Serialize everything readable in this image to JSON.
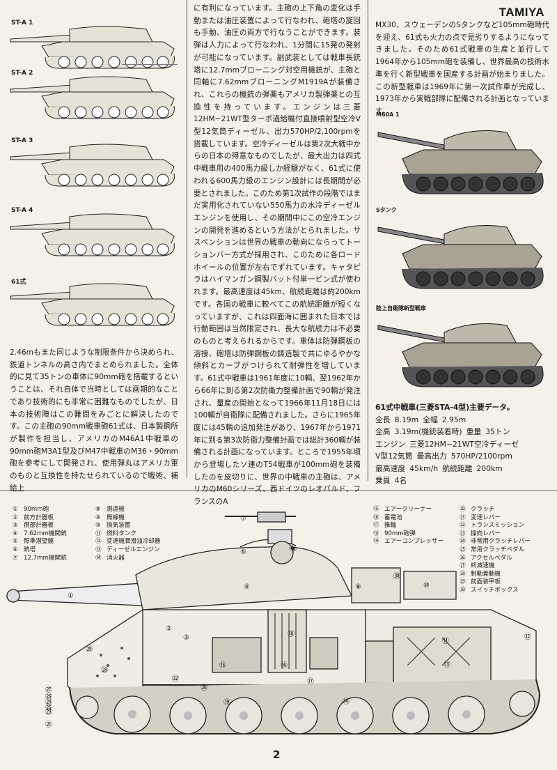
{
  "brand": "TAMIYA",
  "page_number": "2",
  "tanks_left": [
    {
      "label": "ST-A 1"
    },
    {
      "label": "ST-A 2"
    },
    {
      "label": "ST-A 3"
    },
    {
      "label": "ST-A 4"
    },
    {
      "label": "61式"
    }
  ],
  "tanks_right": [
    {
      "label": "M60A 1"
    },
    {
      "label": "Sタンク"
    },
    {
      "label": "陸上自衛隊新型戦車"
    }
  ],
  "column1_text": "2.46mもまた同じような制限条件から決められ、鉄道トンネルの高さ内でまとめられました。全体的に見て35トンの車体に90mm砲を搭載するということは、それ自体で当時としては画期的なことであり技術的にも非常に困難なものでしたが、日本の技術陣はこの難問をみごとに解決したのです。この主砲の90mm戦車砲61式は、日本製鋼所が製作を担当し、アメリカのM46A1中戦車の90mm砲M3A1型及びM47中戦車のM36・90mm砲を参考にして開発され、使用弾丸はアメリカ軍のものと互換性を持たせられているので戦術、補給上",
  "column2_text": "に有利になっています。主砲の上下角の変化は手動または油圧装置によって行なわれ、砲塔の旋回も手動、油圧の両方で行なうことができます。装弾は人力によって行なわれ、1分間に15発の発射が可能になっています。副武装としては戦車長銃塔に12.7mmブローニング対空用機銃が、主砲と同軸に7.62mmブローニングM1919Aが装備され、これらの機銃の弾薬もアメリカ製弾薬との互換性を持っています。エンジンは三菱12HM−21WT型ターボ過給機付直接噴射型空冷V型12気筒ディーゼル、出力570HP/2,100rpmを搭載しています。空冷ディーゼルは第2次大戦中からの日本の得意なものでしたが、最大出力は四式中戦車用の400馬力級しか経験がなく、61式に使われる600馬力級のエンジン設計には長期間が必要とされました。このため第1次試作の段階ではまだ実用化されていない550馬力の水冷ディーゼルエンジンを使用し、その期間中にこの空冷エンジンの開発を進めるという方法がとられました。サスペンションは世界の戦車の動向にならってトーションバー方式が採用され、このために各ロードホイールの位置が左右でずれています。キャタピラはハイマンガン鋼製バット付単一ピン式が使われます。最高速度は45km、航続距離は約200kmです。各国の戦車に較べてこの航続距離が短くなっていますが、これは四面海に囲まれた日本では行動範囲は当然限定され、長大な航続力は不必要のものと考えられるからです。車体は防弾鋼板の溶接、砲塔は防弾鋼板の鋳造製で共にゆるやかな傾斜とカーブがつけられて耐弾性を増しています。61式中戦車は1961年度に10輌、翌1962年から66年に到る第2次防衛力整備計画で90輌が発注され、量産の開始となって1966年11月18日には100輌が自衛隊に配備されました。さらに1965年度には45輌の追加発注があり、1967年から1971年に到る第3次防衛力整備計画では総計360輌が装備される計画になっています。ところで1955年頃から登場したソ連のT54戦車が100mm砲を装備したのを皮切りに、世界の中戦車の主砲は、アメリカのM60シリーズ、西ドイツのレオパルド、フランスのA",
  "column3_text": "MX30、スウェーデンのSタンクなど105mm砲時代を迎え、61式も火力の点で見劣りするようになってきました。そのため61式戦車の生産と並行して1964年から105mm砲を装備し、世界最高の技術水準を行く新型戦車を国産する計画が始まりました。この新型戦車は1969年に第一次試作車が完成し、1973年から実戦部隊に配備される計画となっています。",
  "spec": {
    "title": "61式中戦車(三菱STA-4型)主要データ。",
    "rows": [
      [
        "全長",
        "8.19m",
        "全幅",
        "2.95m"
      ],
      [
        "全高",
        "3.19m(機銃装着時)",
        "重量",
        "35トン"
      ],
      [
        "エンジン",
        "三菱12HM−21WT空冷ディーゼ"
      ],
      [
        "V型12気筒",
        "最高出力",
        "570HP/2100rpm"
      ],
      [
        "最高速度",
        "45km/h",
        "航続距離",
        "200km"
      ],
      [
        "乗員",
        "4名"
      ]
    ]
  },
  "legend": [
    [
      {
        "num": "①",
        "text": "90mm砲"
      },
      {
        "num": "②",
        "text": "前方計器板"
      },
      {
        "num": "③",
        "text": "側部計器板"
      },
      {
        "num": "④",
        "text": "7.62mm機関銃"
      },
      {
        "num": "⑤",
        "text": "照準潜望鏡"
      },
      {
        "num": "⑥",
        "text": "銃塔"
      },
      {
        "num": "⑦",
        "text": "12.7mm機関銃"
      }
    ],
    [
      {
        "num": "⑧",
        "text": "測遠機"
      },
      {
        "num": "⑨",
        "text": "無線機"
      },
      {
        "num": "⑩",
        "text": "換気装置"
      },
      {
        "num": "⑪",
        "text": "燃料タンク"
      },
      {
        "num": "⑫",
        "text": "変速機潤滑油冷却器"
      },
      {
        "num": "⑬",
        "text": "ディーゼルエンジン"
      },
      {
        "num": "⑭",
        "text": "消火器"
      }
    ],
    [
      {
        "num": "⑮",
        "text": "エアークリーナー"
      },
      {
        "num": "⑯",
        "text": "蓄電池"
      },
      {
        "num": "⑰",
        "text": "推軸"
      },
      {
        "num": "⑱",
        "text": "90mm砲弾"
      },
      {
        "num": "⑲",
        "text": "エアーコンプレッサー"
      }
    ],
    [
      {
        "num": "⑳",
        "text": "クラッチ"
      },
      {
        "num": "㉑",
        "text": "変速レバー"
      },
      {
        "num": "㉒",
        "text": "トランスミッション"
      },
      {
        "num": "㉓",
        "text": "操向レバー"
      },
      {
        "num": "㉔",
        "text": "非常用クラッチレバー"
      },
      {
        "num": "㉕",
        "text": "常用クラッチペダル"
      },
      {
        "num": "㉖",
        "text": "アクセルペダル"
      },
      {
        "num": "㉗",
        "text": "終減速機"
      },
      {
        "num": "㉘",
        "text": "制動差動機"
      },
      {
        "num": "㉙",
        "text": "前面装甲板"
      },
      {
        "num": "㉚",
        "text": "スイッチボックス"
      }
    ]
  ],
  "cutaway_callouts": [
    "①",
    "②",
    "③",
    "④",
    "⑤",
    "⑥",
    "⑦",
    "⑧",
    "⑨",
    "⑩",
    "⑪",
    "⑫",
    "⑬",
    "⑭",
    "⑮",
    "⑯",
    "⑰",
    "⑱",
    "⑲",
    "⑳",
    "㉑",
    "㉒",
    "㉓",
    "㉔",
    "㉕",
    "㉖",
    "㉗",
    "㉘",
    "㉙",
    "㉚"
  ]
}
